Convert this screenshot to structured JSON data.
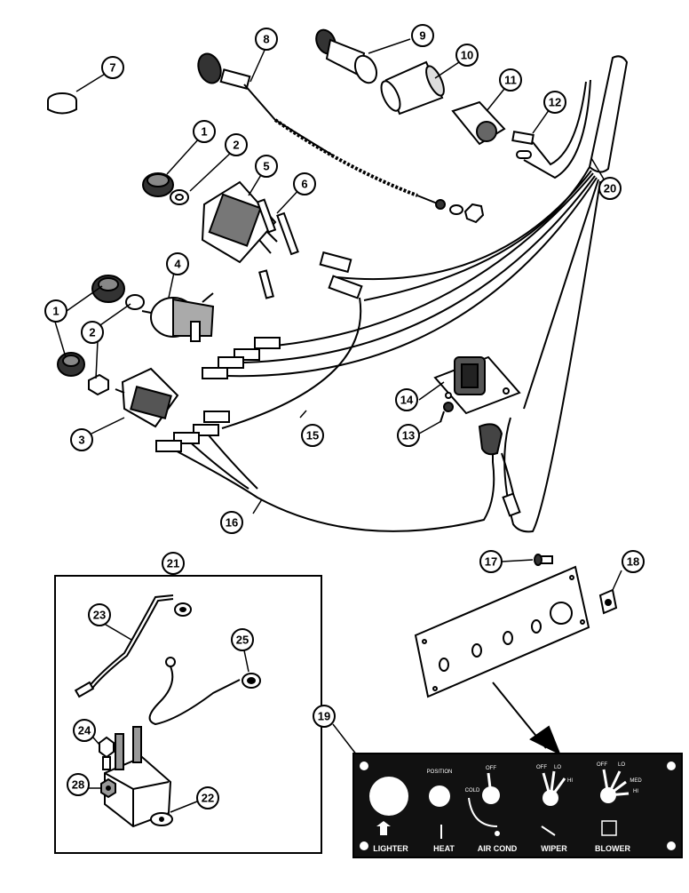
{
  "callouts": {
    "c1": "1",
    "c2": "2",
    "c3": "3",
    "c4": "4",
    "c5": "5",
    "c6": "6",
    "c7": "7",
    "c8": "8",
    "c9": "9",
    "c10": "10",
    "c11": "11",
    "c12": "12",
    "c13": "13",
    "c14": "14",
    "c15": "15",
    "c16": "16",
    "c17": "17",
    "c18": "18",
    "c19": "19",
    "c20": "20",
    "c21": "21",
    "c22": "22",
    "c23": "23",
    "c24": "24",
    "c25": "25",
    "c28": "28"
  },
  "panel": {
    "lighter": "LIGHTER",
    "heat": "HEAT",
    "air_cond": "AIR COND",
    "wiper": "WIPER",
    "blower": "BLOWER",
    "position": "POSITION",
    "off1": "OFF",
    "cold": "COLD",
    "off2": "OFF",
    "lo1": "LO",
    "hi1": "HI",
    "off3": "OFF",
    "lo2": "LO",
    "med": "MED",
    "hi2": "HI"
  }
}
